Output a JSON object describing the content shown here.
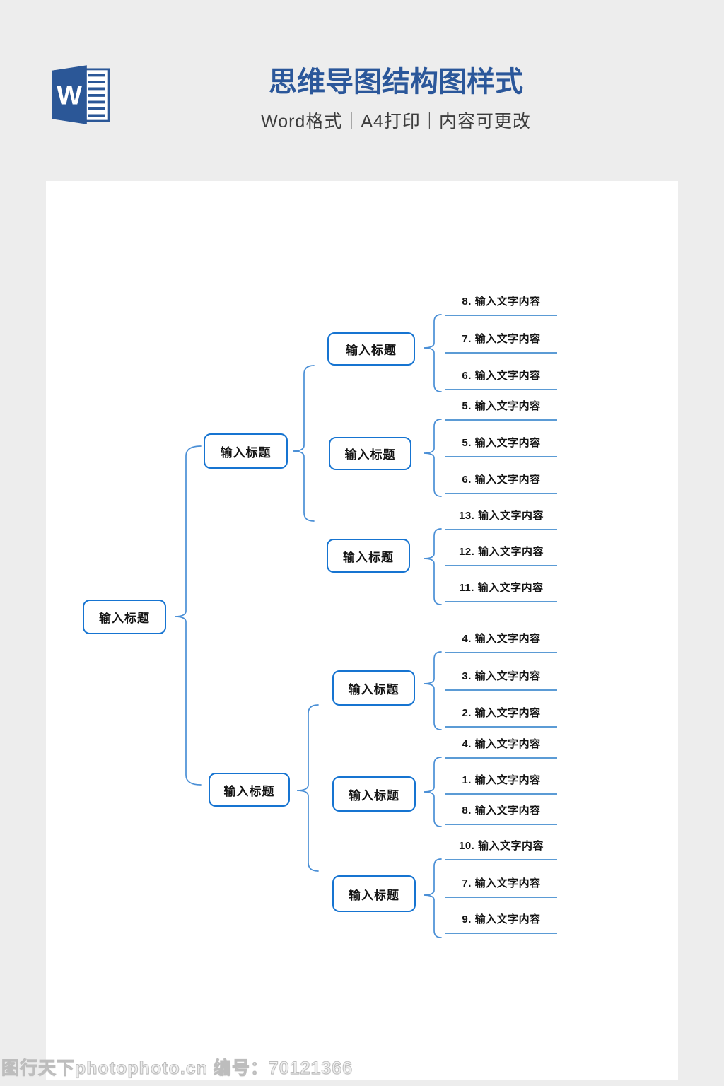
{
  "header": {
    "title": "思维导图结构图样式",
    "subtitle": "Word格式｜A4打印｜内容可更改"
  },
  "icons": {
    "word_logo": "word-logo-icon",
    "word_letter": "W"
  },
  "watermark": "图行天下photophoto.cn 编号：70121366",
  "colors": {
    "title_blue": "#2b579a",
    "node_border": "#1674d1",
    "underline": "#5b9bd5",
    "brace": "#4a8fd6",
    "page_bg": "#ffffff",
    "canvas_bg": "#ededed"
  },
  "mindmap": {
    "root": {
      "label": "输入标题"
    },
    "branches": [
      {
        "label": "输入标题",
        "children": [
          {
            "label": "输入标题",
            "items": [
              "8. 输入文字内容",
              "7. 输入文字内容",
              "6. 输入文字内容"
            ]
          },
          {
            "label": "输入标题",
            "items": [
              "5. 输入文字内容",
              "5. 输入文字内容",
              "6. 输入文字内容"
            ]
          },
          {
            "label": "输入标题",
            "items": [
              "13. 输入文字内容",
              "12. 输入文字内容",
              "11. 输入文字内容"
            ]
          }
        ]
      },
      {
        "label": "输入标题",
        "children": [
          {
            "label": "输入标题",
            "items": [
              "4. 输入文字内容",
              "3. 输入文字内容",
              "2. 输入文字内容"
            ]
          },
          {
            "label": "输入标题",
            "items": [
              "4. 输入文字内容",
              "1. 输入文字内容",
              "8. 输入文字内容"
            ]
          },
          {
            "label": "输入标题",
            "items": [
              "10. 输入文字内容",
              "7. 输入文字内容",
              "9. 输入文字内容"
            ]
          }
        ]
      }
    ]
  }
}
